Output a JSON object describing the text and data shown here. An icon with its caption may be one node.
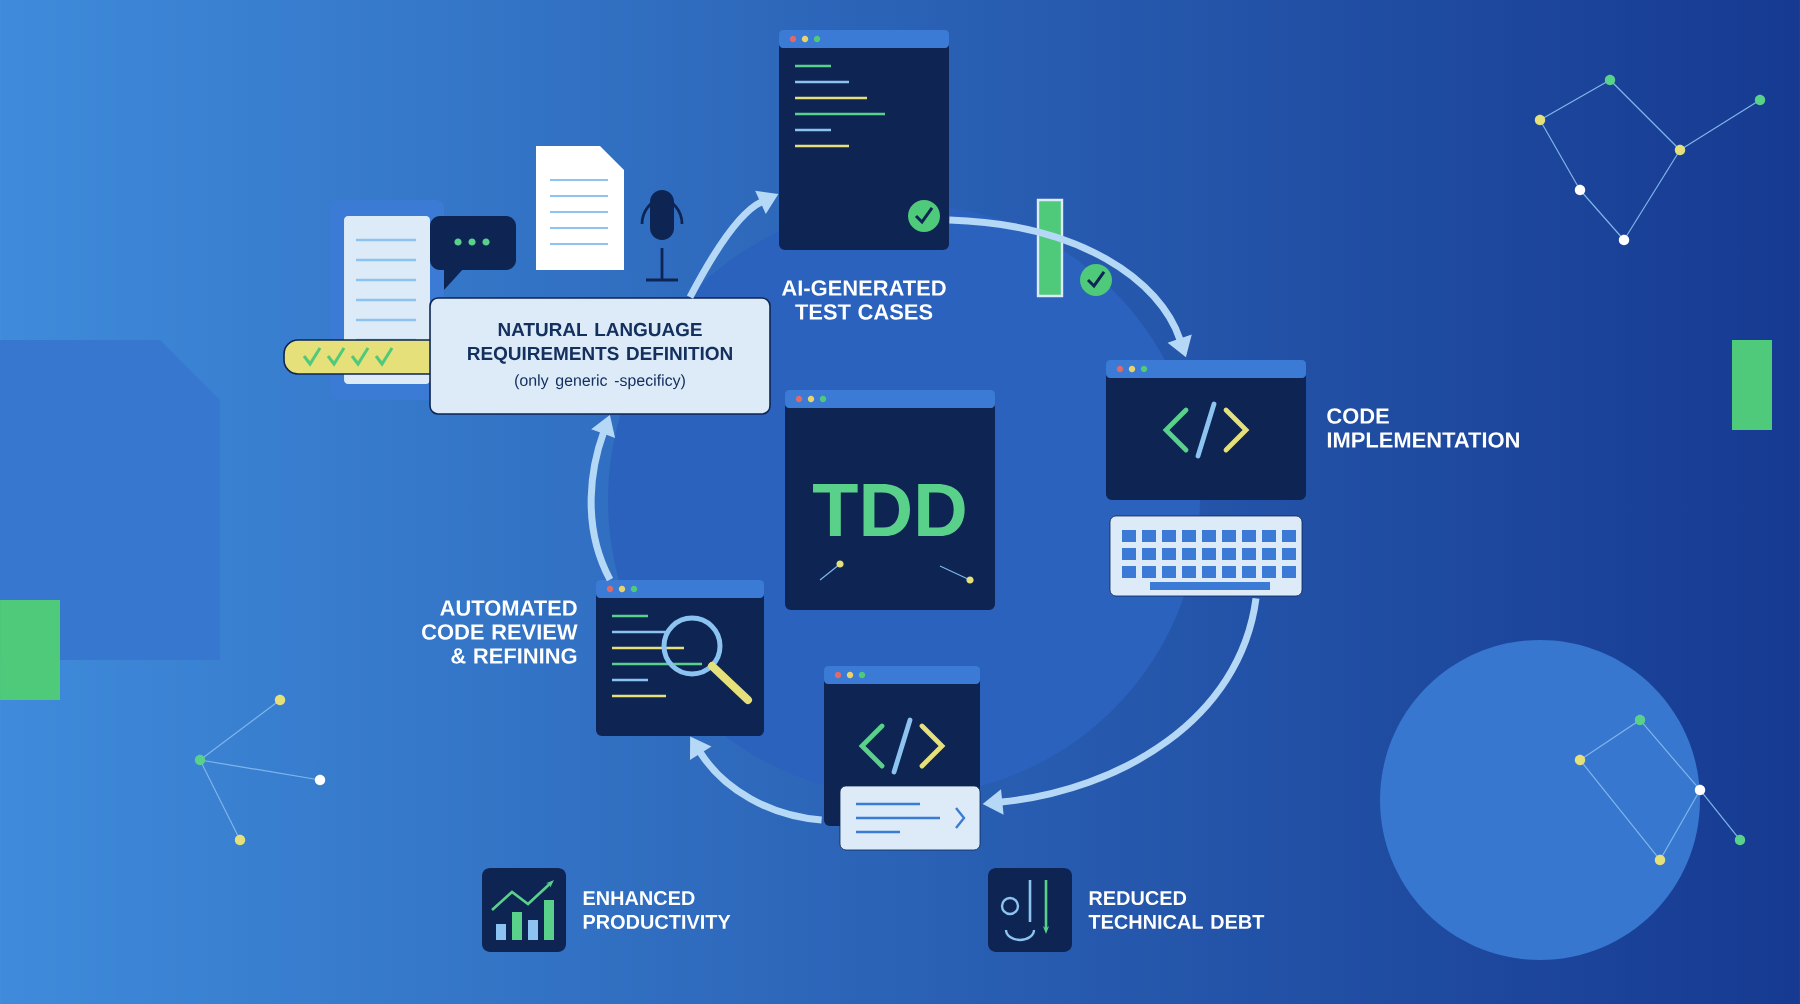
{
  "diagram": {
    "nodes": [
      {
        "text": [
          "NATURAL LANGUAGE REQUIREMENTS DEFINITION",
          "(only generic -specificy)"
        ]
      },
      {
        "text": [
          "AI-GENERATED TEST CASES"
        ]
      },
      {
        "text": [
          "CODE IMPLEMENTATION"
        ]
      },
      {
        "text": [],
        "shape": "picture"
      },
      {
        "text": [
          "AUTOMATED CODE REVIEW & REFINING"
        ]
      },
      {
        "text": [
          "TDD"
        ]
      },
      {
        "text": [
          "ENHANCED PRODUCTIVITY"
        ]
      },
      {
        "text": [
          "REDUCED TECHNICAL DEBT"
        ]
      }
    ],
    "edges": [
      {
        "from": 0,
        "to": 1,
        "arrow": "to"
      },
      {
        "from": 1,
        "to": 2,
        "arrow": "to"
      },
      {
        "from": 2,
        "to": 3,
        "arrow": "to"
      },
      {
        "from": 3,
        "to": 4,
        "arrow": "to"
      },
      {
        "from": 4,
        "to": 0,
        "arrow": "to"
      }
    ]
  }
}
